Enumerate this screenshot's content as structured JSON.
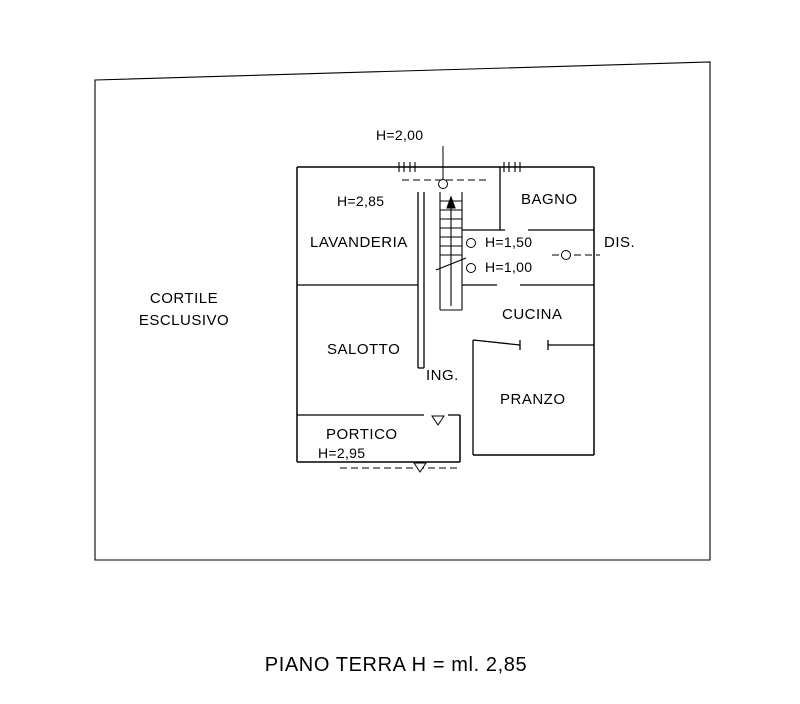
{
  "drawing": {
    "caption": "PIANO TERRA H = ml. 2,85",
    "courtyard": {
      "line1": "CORTILE",
      "line2": "ESCLUSIVO"
    },
    "rooms": {
      "lavanderia": "LAVANDERIA",
      "bagno": "BAGNO",
      "salotto": "SALOTTO",
      "cucina": "CUCINA",
      "ingresso": "ING.",
      "pranzo": "PRANZO",
      "portico": "PORTICO",
      "disimpegno": "DIS."
    },
    "heights": {
      "upper_opening": "H=2,00",
      "lavanderia": "H=2,85",
      "understair_high": "H=1,50",
      "understair_low": "H=1,00",
      "portico": "H=2,95"
    },
    "colors": {
      "line": "#000000",
      "background": "#ffffff"
    }
  }
}
